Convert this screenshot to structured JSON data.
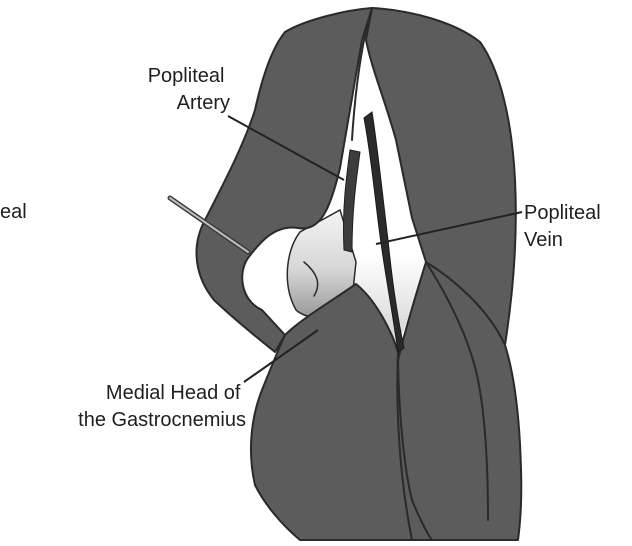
{
  "diagram": {
    "labels": {
      "popliteal_artery": [
        "Popliteal",
        "Artery"
      ],
      "popliteal_vein": [
        "Popliteal",
        "Vein"
      ],
      "medial_head": [
        "Medial Head of",
        "the Gastrocnemius"
      ],
      "cropped_left_fragment": "eal"
    },
    "colors": {
      "muscle": "#5c5c5c",
      "muscle_outline": "#2a2a2a",
      "vessel": "#3a3a3a",
      "background": "#ffffff"
    }
  }
}
